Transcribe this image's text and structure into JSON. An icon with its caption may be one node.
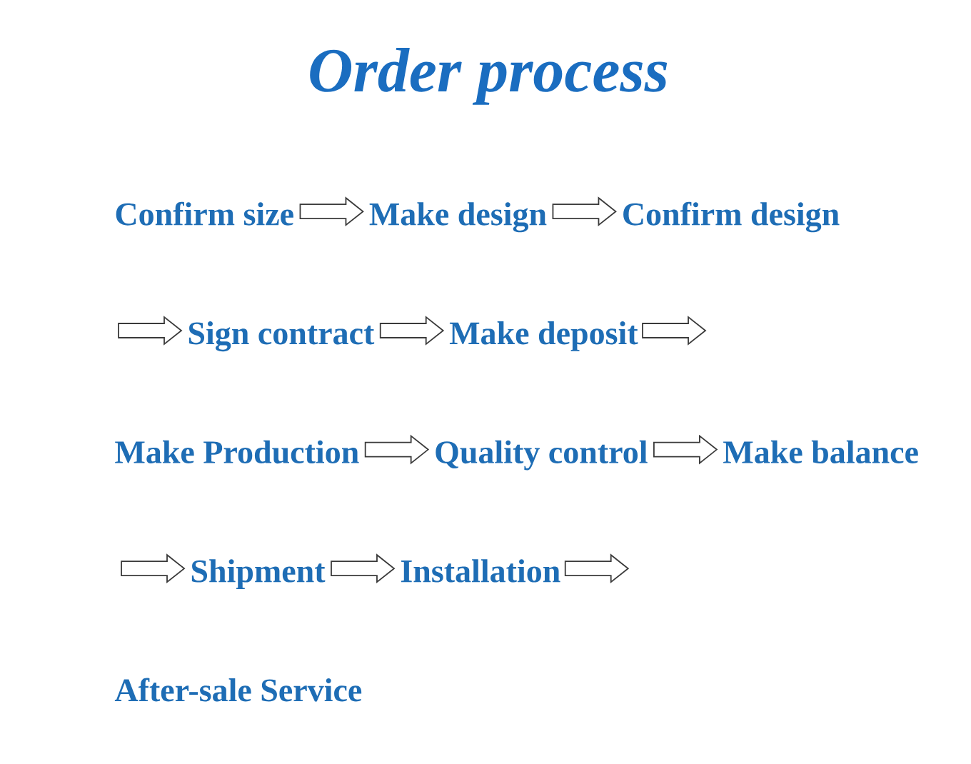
{
  "diagram": {
    "title": "Order process",
    "nodes": [
      {
        "text": [
          "Confirm size"
        ]
      },
      {
        "text": [
          "Make design"
        ]
      },
      {
        "text": [
          "Confirm design"
        ]
      },
      {
        "text": [
          "Sign contract"
        ]
      },
      {
        "text": [
          "Make deposit"
        ]
      },
      {
        "text": [
          "Make Production"
        ]
      },
      {
        "text": [
          "Quality control"
        ]
      },
      {
        "text": [
          "Make balance"
        ]
      },
      {
        "text": [
          "Shipment"
        ]
      },
      {
        "text": [
          "Installation"
        ]
      },
      {
        "text": [
          "After-sale Service"
        ]
      }
    ],
    "edges": [
      {
        "from": 0,
        "to": 1,
        "arrow": "to"
      },
      {
        "from": 1,
        "to": 2,
        "arrow": "to"
      },
      {
        "from": null,
        "to": 3,
        "arrow": "to"
      },
      {
        "from": 3,
        "to": 4,
        "arrow": "to"
      },
      {
        "from": 4,
        "to": null,
        "arrow": "to"
      },
      {
        "from": 5,
        "to": 6,
        "arrow": "to"
      },
      {
        "from": 6,
        "to": 7,
        "arrow": "to"
      },
      {
        "from": null,
        "to": 8,
        "arrow": "to"
      },
      {
        "from": 8,
        "to": 9,
        "arrow": "to"
      },
      {
        "from": 9,
        "to": null,
        "arrow": "to"
      }
    ]
  }
}
